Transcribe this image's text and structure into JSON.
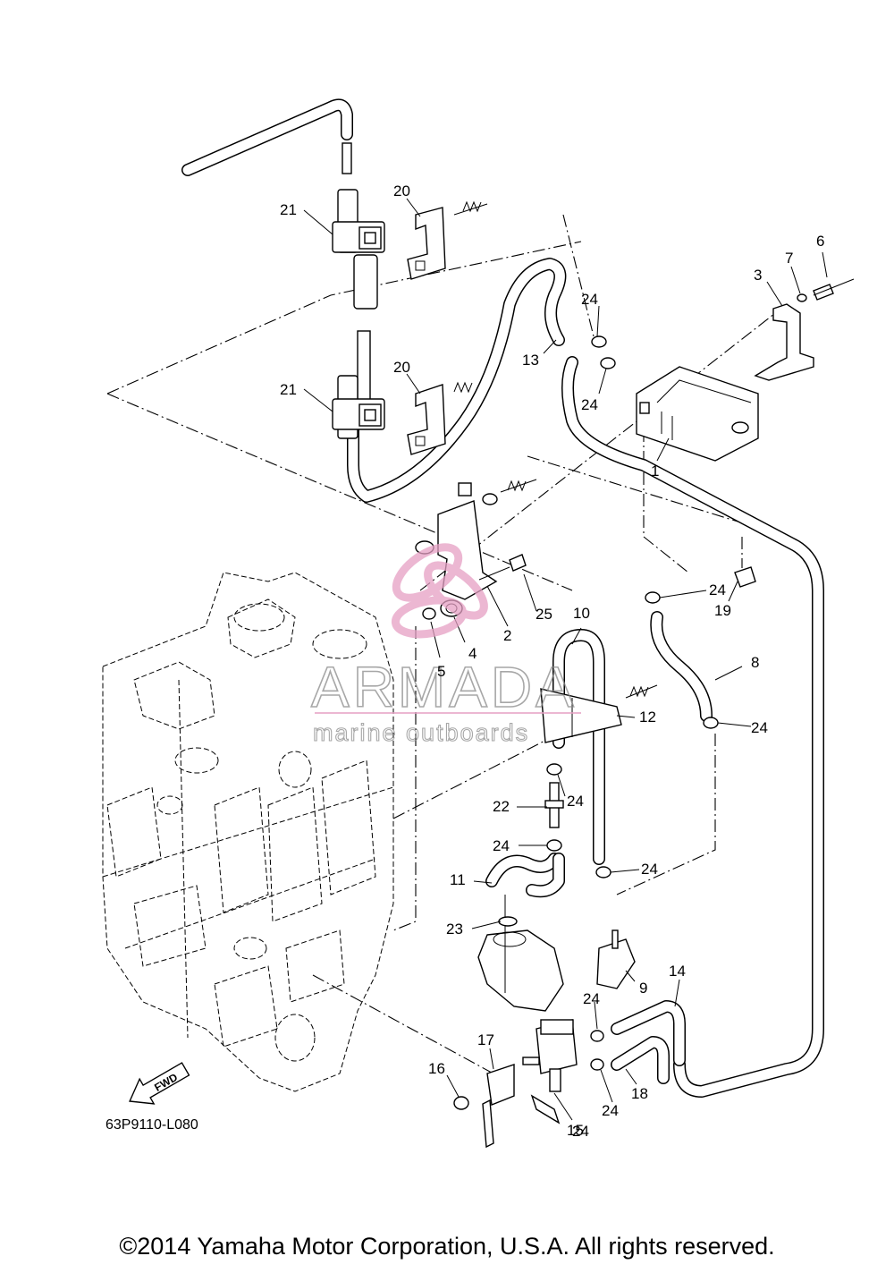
{
  "diagram_code": "63P9110-L080",
  "fwd_badge": "FWD",
  "watermark": {
    "title": "ARMADA",
    "subtitle": "marine outboards",
    "accent_color": "#e6a0c4"
  },
  "copyright": "©2014 Yamaha Motor Corporation, U.S.A. All rights reserved.",
  "callouts": [
    "1",
    "2",
    "3",
    "4",
    "5",
    "6",
    "7",
    "8",
    "9",
    "10",
    "11",
    "12",
    "13",
    "14",
    "15",
    "16",
    "17",
    "18",
    "19",
    "20",
    "20",
    "21",
    "21",
    "22",
    "23",
    "24",
    "24",
    "24",
    "24",
    "24",
    "24",
    "24",
    "24",
    "24",
    "24",
    "25"
  ]
}
